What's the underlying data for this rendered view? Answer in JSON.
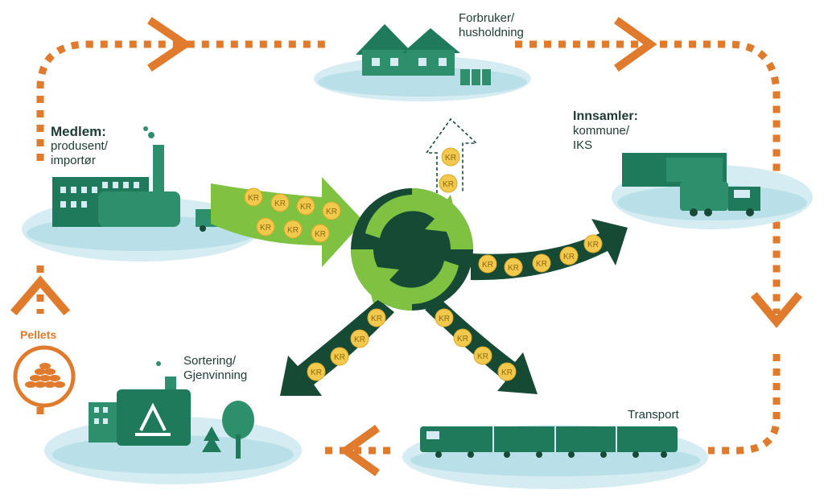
{
  "colors": {
    "orange": "#e07a2c",
    "dark_green": "#1f7a5c",
    "mid_green": "#2e8f6c",
    "light_green": "#7fc241",
    "deep_green": "#164a35",
    "cloud_blue": "#d4ecf2",
    "cloud_light": "#b9dfe8",
    "coin_gold": "#f2c94c"
  },
  "coin_label": "KR",
  "nodes": {
    "consumer": {
      "line1": "Forbruker/",
      "line2": "husholdning"
    },
    "member": {
      "title": "Medlem:",
      "line1": "produsent/",
      "line2": "importør"
    },
    "collector": {
      "title": "Innsamler:",
      "line1": "kommune/",
      "line2": "IKS"
    },
    "sorting": {
      "line1": "Sortering/",
      "line2": "Gjenvinning"
    },
    "transport": {
      "label": "Transport"
    },
    "pellets": {
      "label": "Pellets"
    }
  },
  "icons": {
    "center": "recycle-arrows-icon",
    "consumer": "house-icon",
    "member": "factory-icon",
    "collector": "garbage-truck-icon",
    "sorting": "recycling-plant-icon",
    "transport": "train-icon",
    "pellets": "pellets-icon"
  }
}
